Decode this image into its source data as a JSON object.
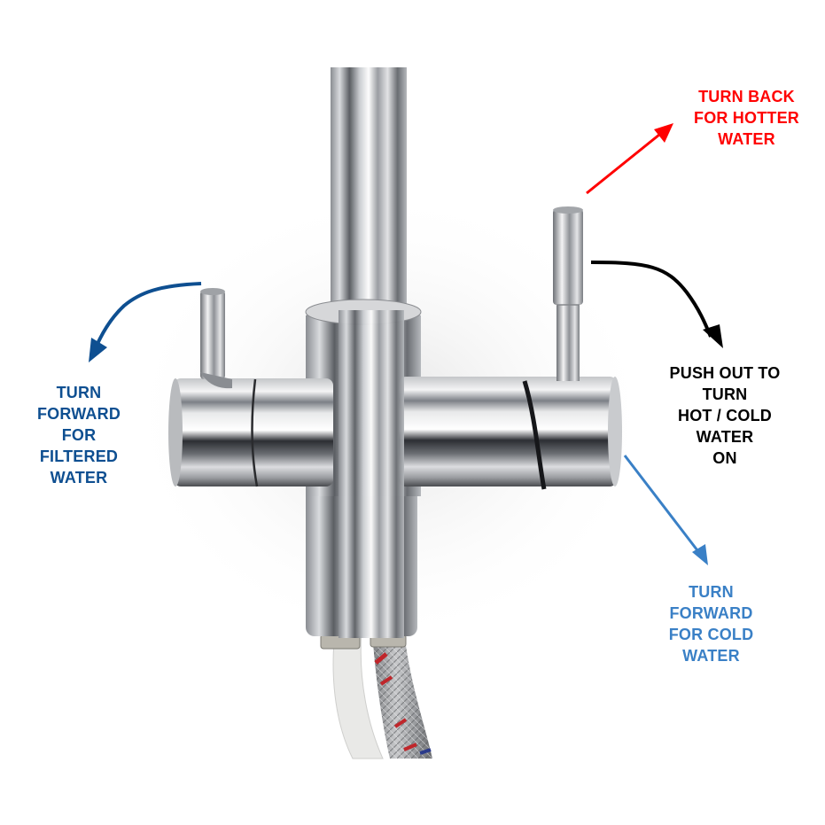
{
  "diagram": {
    "subject": "Three-way hot/cold and filtered water kitchen tap",
    "background_color": "#ffffff"
  },
  "annotations": {
    "hotter": {
      "lines": [
        "TURN BACK",
        "FOR HOTTER",
        "WATER"
      ],
      "color": "#ff0000",
      "arrow": "straight-up-right"
    },
    "push": {
      "lines": [
        "PUSH OUT TO",
        "TURN",
        "HOT / COLD",
        "WATER",
        "ON"
      ],
      "color": "#000000",
      "arrow": "curved-down-right"
    },
    "filtered": {
      "lines": [
        "TURN",
        "FORWARD",
        "FOR",
        "FILTERED",
        "WATER"
      ],
      "color": "#0e4f91",
      "arrow": "curved-down-left"
    },
    "cold": {
      "lines": [
        "TURN",
        "FORWARD",
        "FOR COLD",
        "WATER"
      ],
      "color": "#3a80c6",
      "arrow": "straight-down-right"
    }
  }
}
